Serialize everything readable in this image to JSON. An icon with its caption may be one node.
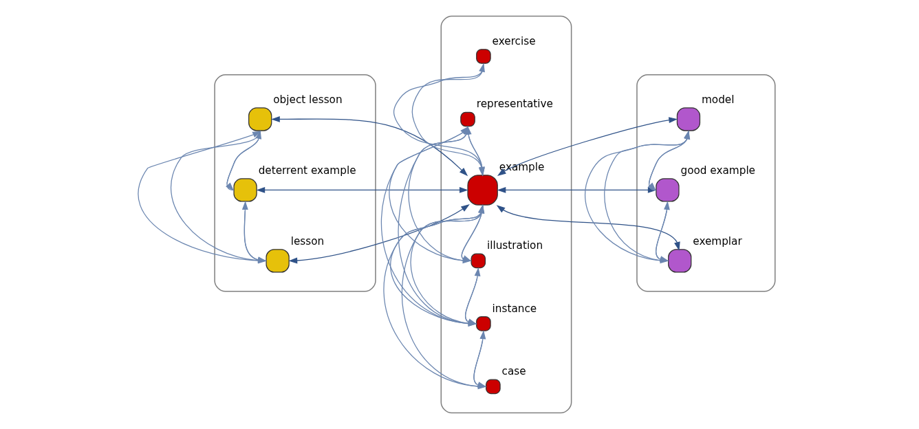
{
  "diagram": {
    "nodes": [
      {
        "text": [],
        "shape": "oval"
      },
      {
        "text": [
          "object lesson"
        ],
        "in": 0
      },
      {
        "text": [
          "deterrent example"
        ],
        "in": 0
      },
      {
        "text": [
          "lesson"
        ],
        "in": 0
      },
      {
        "text": [],
        "shape": "oval"
      },
      {
        "text": [
          "exercise"
        ],
        "in": 4
      },
      {
        "text": [
          "representative"
        ],
        "in": 4
      },
      {
        "text": [
          "example"
        ],
        "in": 4
      },
      {
        "text": [
          "illustration"
        ],
        "in": 4
      },
      {
        "text": [
          "instance"
        ],
        "in": 4
      },
      {
        "text": [
          "case"
        ],
        "in": 4
      },
      {
        "text": [],
        "shape": "oval"
      },
      {
        "text": [
          "model"
        ],
        "in": 11
      },
      {
        "text": [
          "good example"
        ],
        "in": 11
      },
      {
        "text": [
          "exemplar"
        ],
        "in": 11
      }
    ],
    "edges": [
      {
        "from": 1,
        "to": 2,
        "arrow": "to"
      },
      {
        "from": 2,
        "to": 1,
        "arrow": "to"
      },
      {
        "from": 1,
        "to": 3,
        "arrow": "to"
      },
      {
        "from": 3,
        "to": 1,
        "arrow": "to"
      },
      {
        "from": 2,
        "to": 3,
        "arrow": "to"
      },
      {
        "from": 3,
        "to": 2,
        "arrow": "to"
      },
      {
        "from": 1,
        "to": 7,
        "arrow": "both",
        "color": "#2f5288"
      },
      {
        "from": 2,
        "to": 7,
        "arrow": "both",
        "color": "#2f5288"
      },
      {
        "from": 3,
        "to": 7,
        "arrow": "both",
        "color": "#2f5288"
      },
      {
        "from": 5,
        "to": 7,
        "arrow": "to"
      },
      {
        "from": 7,
        "to": 5,
        "arrow": "to"
      },
      {
        "from": 6,
        "to": 7,
        "arrow": "to"
      },
      {
        "from": 7,
        "to": 6,
        "arrow": "to"
      },
      {
        "from": 6,
        "to": 9,
        "arrow": "to"
      },
      {
        "from": 9,
        "to": 6,
        "arrow": "to"
      },
      {
        "from": 8,
        "to": 6,
        "arrow": "to"
      },
      {
        "from": 6,
        "to": 8,
        "arrow": "to"
      },
      {
        "from": 7,
        "to": 8,
        "arrow": "to"
      },
      {
        "from": 8,
        "to": 7,
        "arrow": "to"
      },
      {
        "from": 7,
        "to": 9,
        "arrow": "to"
      },
      {
        "from": 9,
        "to": 7,
        "arrow": "to"
      },
      {
        "from": 7,
        "to": 10,
        "arrow": "to"
      },
      {
        "from": 10,
        "to": 7,
        "arrow": "to"
      },
      {
        "from": 8,
        "to": 9,
        "arrow": "to"
      },
      {
        "from": 9,
        "to": 8,
        "arrow": "to"
      },
      {
        "from": 9,
        "to": 10,
        "arrow": "to"
      },
      {
        "from": 10,
        "to": 9,
        "arrow": "to"
      },
      {
        "from": 7,
        "to": 12,
        "arrow": "both",
        "color": "#2f5288"
      },
      {
        "from": 7,
        "to": 13,
        "arrow": "both",
        "color": "#2f5288"
      },
      {
        "from": 7,
        "to": 14,
        "arrow": "both",
        "color": "#2f5288"
      },
      {
        "from": 12,
        "to": 13,
        "arrow": "to"
      },
      {
        "from": 13,
        "to": 12,
        "arrow": "to"
      },
      {
        "from": 12,
        "to": 14,
        "arrow": "to"
      },
      {
        "from": 14,
        "to": 12,
        "arrow": "to"
      },
      {
        "from": 13,
        "to": 14,
        "arrow": "to"
      },
      {
        "from": 14,
        "to": 13,
        "arrow": "to"
      }
    ]
  }
}
